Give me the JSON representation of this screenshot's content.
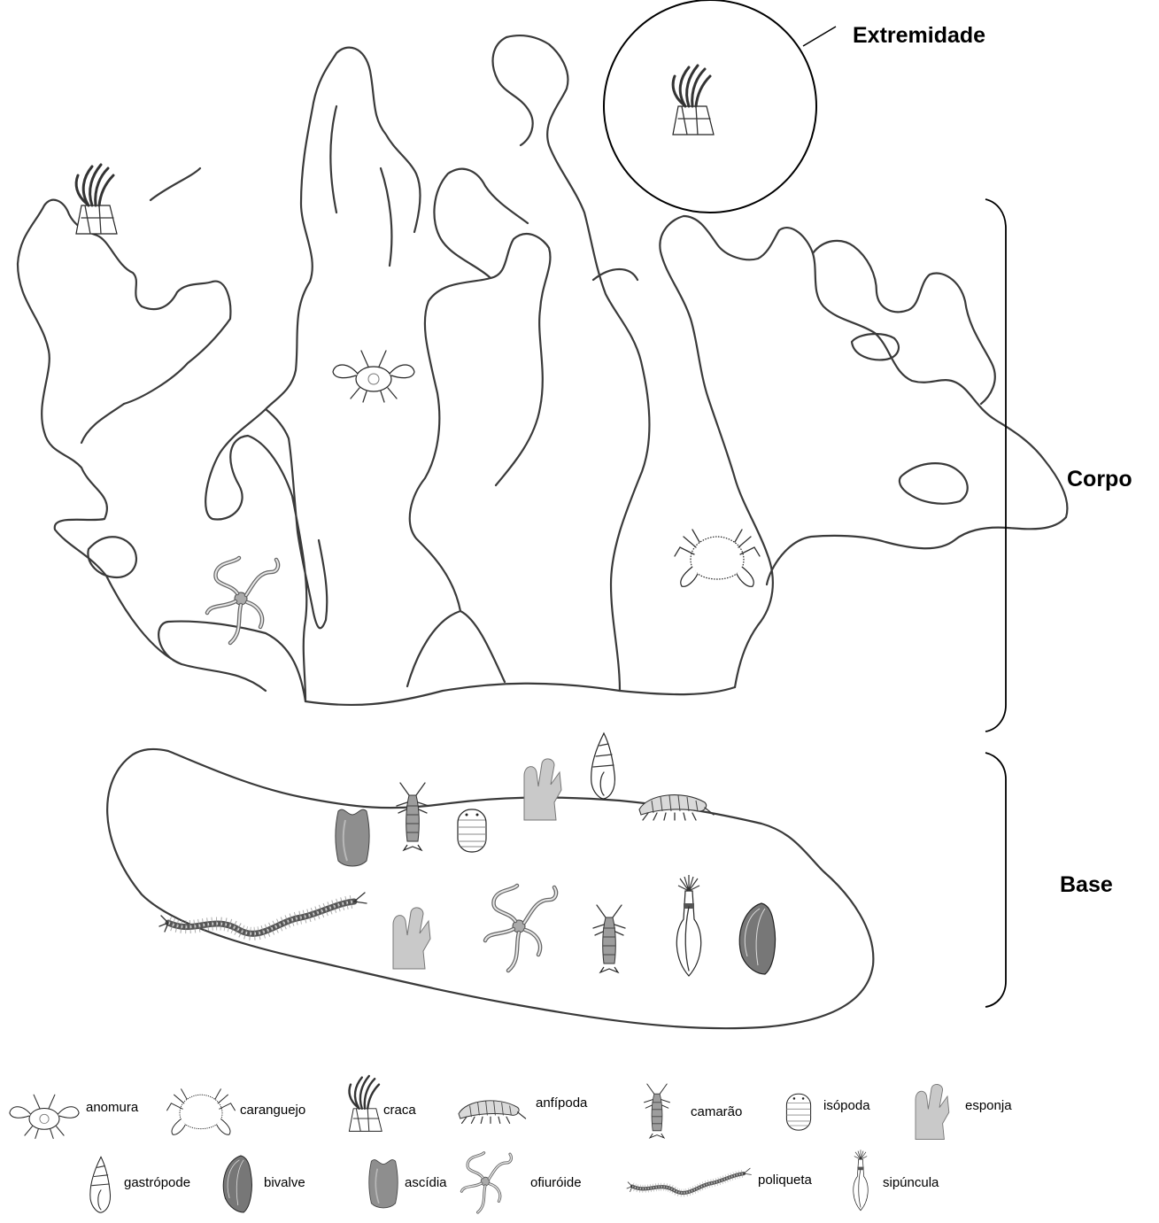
{
  "zones": {
    "extremidade": "Extremidade",
    "corpo": "Corpo",
    "base": "Base"
  },
  "legend": [
    {
      "key": "anomura",
      "label": "anomura",
      "icon": "anomura-crab-icon"
    },
    {
      "key": "caranguejo",
      "label": "caranguejo",
      "icon": "crab-icon"
    },
    {
      "key": "craca",
      "label": "craca",
      "icon": "barnacle-icon"
    },
    {
      "key": "anfipoda",
      "label": "anfípoda",
      "icon": "amphipod-icon"
    },
    {
      "key": "camarao",
      "label": "camarão",
      "icon": "shrimp-icon"
    },
    {
      "key": "isopoda",
      "label": "isópoda",
      "icon": "isopod-icon"
    },
    {
      "key": "esponja",
      "label": "esponja",
      "icon": "sponge-icon"
    },
    {
      "key": "gastropode",
      "label": "gastrópode",
      "icon": "gastropod-icon"
    },
    {
      "key": "bivalve",
      "label": "bivalve",
      "icon": "bivalve-icon"
    },
    {
      "key": "ascidia",
      "label": "ascídia",
      "icon": "ascidian-icon"
    },
    {
      "key": "ofiuroide",
      "label": "ofiuróide",
      "icon": "brittle-star-icon"
    },
    {
      "key": "poliqueta",
      "label": "poliqueta",
      "icon": "polychaete-icon"
    },
    {
      "key": "sipuncula",
      "label": "sipúncula",
      "icon": "sipunculan-icon"
    }
  ]
}
